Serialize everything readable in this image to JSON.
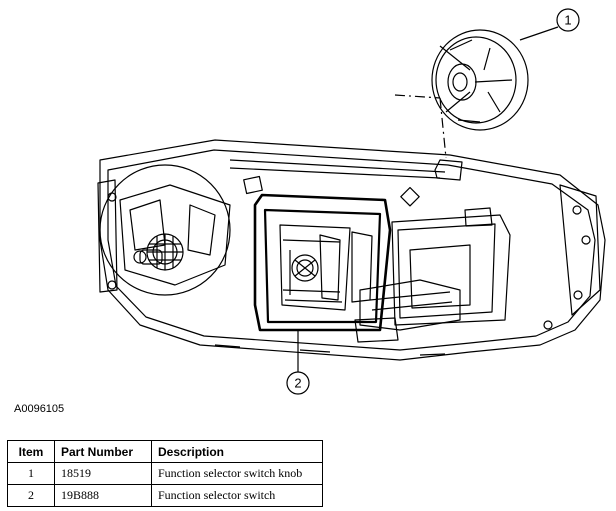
{
  "callouts": {
    "item1": "1",
    "item2": "2"
  },
  "figure_id": "A0096105",
  "table": {
    "headers": [
      "Item",
      "Part Number",
      "Description"
    ],
    "rows": [
      {
        "item": "1",
        "part_number": "18519",
        "description": "Function selector switch knob"
      },
      {
        "item": "2",
        "part_number": "19B888",
        "description": "Function selector switch"
      }
    ]
  }
}
